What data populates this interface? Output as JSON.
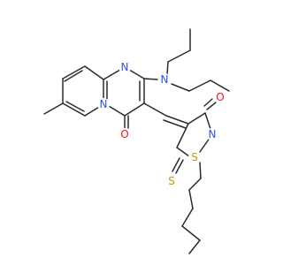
{
  "molecule": {
    "atoms": [
      {
        "id": "N_pyr",
        "symbol": "N",
        "color": "#3050F8"
      },
      {
        "id": "N_ring",
        "symbol": "N",
        "color": "#3050F8"
      },
      {
        "id": "N_amine",
        "symbol": "N",
        "color": "#3050F8"
      },
      {
        "id": "O_pyr",
        "symbol": "O",
        "color": "#FF0D0D"
      },
      {
        "id": "O_thz",
        "symbol": "O",
        "color": "#FF0D0D"
      },
      {
        "id": "S_ring",
        "symbol": "S",
        "color": "#B8A300"
      },
      {
        "id": "S_thione",
        "symbol": "S",
        "color": "#B8A300"
      },
      {
        "id": "N_thz",
        "symbol": "N",
        "color": "#3050F8"
      }
    ]
  }
}
